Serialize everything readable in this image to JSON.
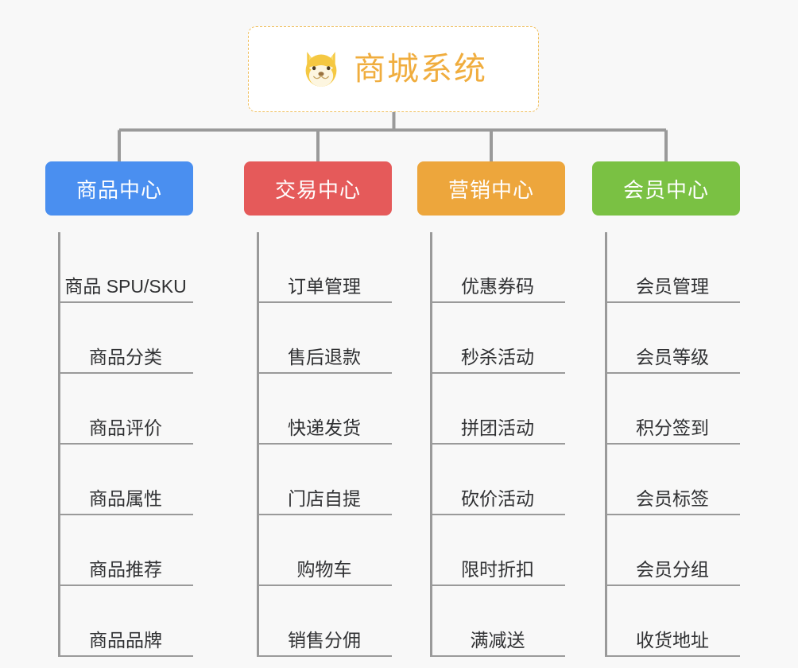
{
  "root": {
    "title": "商城系统",
    "icon": "shiba-dog-icon",
    "border_color": "#f0c060",
    "text_color": "#f0ad3e",
    "background": "#ffffff"
  },
  "canvas": {
    "background": "#f8f8f8",
    "connector_color": "#9a9a9a"
  },
  "columns": [
    {
      "label": "商品中心",
      "color": "#4a8ff0",
      "items": [
        "商品 SPU/SKU",
        "商品分类",
        "商品评价",
        "商品属性",
        "商品推荐",
        "商品品牌"
      ]
    },
    {
      "label": "交易中心",
      "color": "#e55a5a",
      "items": [
        "订单管理",
        "售后退款",
        "快递发货",
        "门店自提",
        "购物车",
        "销售分佣"
      ]
    },
    {
      "label": "营销中心",
      "color": "#eda63c",
      "items": [
        "优惠券码",
        "秒杀活动",
        "拼团活动",
        "砍价活动",
        "限时折扣",
        "满减送"
      ]
    },
    {
      "label": "会员中心",
      "color": "#7ac143",
      "items": [
        "会员管理",
        "会员等级",
        "积分签到",
        "会员标签",
        "会员分组",
        "收货地址"
      ]
    }
  ]
}
